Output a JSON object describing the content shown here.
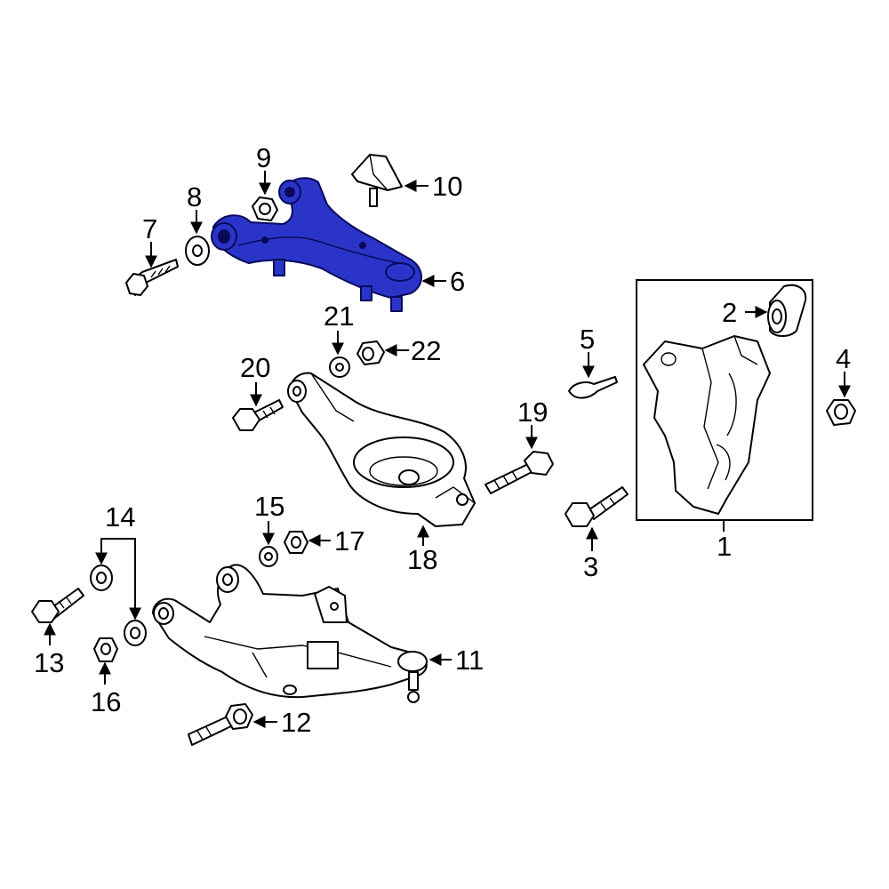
{
  "diagram": {
    "highlight_color": "#2b34c9",
    "callouts": [
      "1",
      "2",
      "3",
      "4",
      "5",
      "6",
      "7",
      "8",
      "9",
      "10",
      "11",
      "12",
      "13",
      "14",
      "15",
      "16",
      "17",
      "18",
      "19",
      "20",
      "21",
      "22"
    ],
    "highlighted_part": "6"
  }
}
